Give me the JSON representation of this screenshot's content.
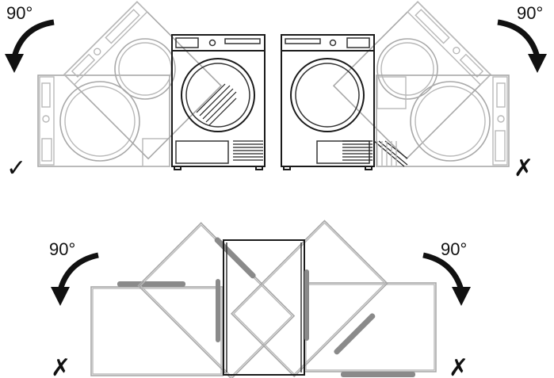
{
  "labels": {
    "top_left_angle": "90°",
    "top_right_angle": "90°",
    "bottom_left_angle": "90°",
    "bottom_right_angle": "90°"
  },
  "marks": {
    "top_left": "✓",
    "top_right": "✗",
    "bottom_left": "✗",
    "bottom_right": "✗"
  }
}
